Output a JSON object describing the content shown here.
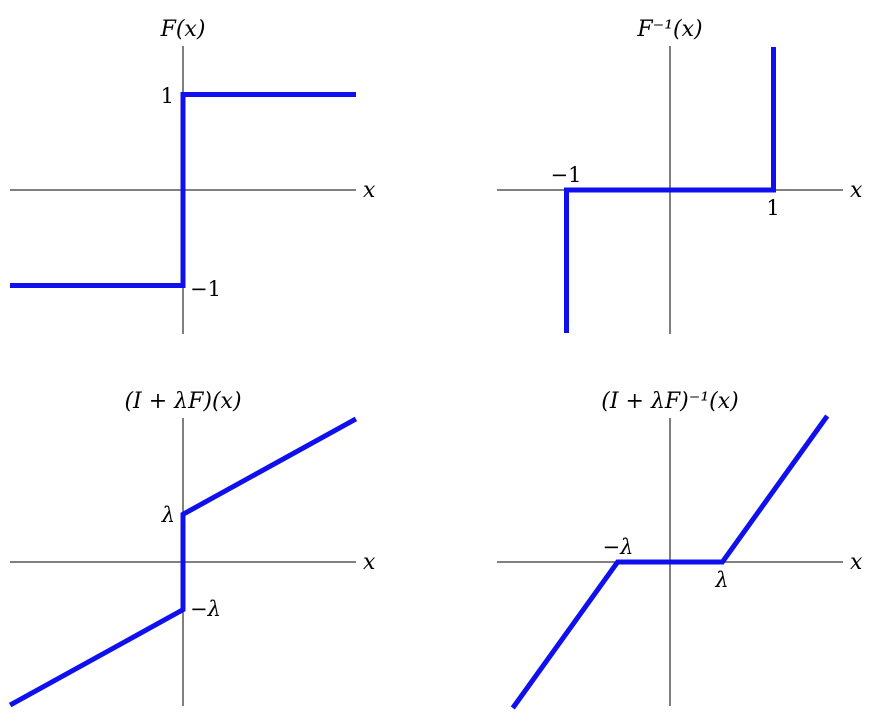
{
  "chart_data": [
    {
      "type": "line",
      "panel": "top-left",
      "title": "F(x)",
      "xlabel": "x",
      "ylabel": "",
      "colors": {
        "series": "#1010ee",
        "axes": "#000000"
      },
      "series": [
        {
          "points": [
            [
              -3,
              -1
            ],
            [
              0,
              -1
            ],
            [
              0,
              1
            ],
            [
              3,
              1
            ]
          ]
        }
      ],
      "tick_labels": [
        {
          "text": "1",
          "x": 0,
          "y": 1,
          "anchor": "left-of-axis"
        },
        {
          "text": "−1",
          "x": 0,
          "y": -1,
          "anchor": "right-of-axis"
        }
      ]
    },
    {
      "type": "line",
      "panel": "top-right",
      "title": "F⁻¹(x)",
      "xlabel": "x",
      "ylabel": "",
      "colors": {
        "series": "#1010ee",
        "axes": "#000000"
      },
      "series": [
        {
          "points": [
            [
              -1,
              -2.4
            ],
            [
              -1,
              0
            ],
            [
              1,
              0
            ],
            [
              1,
              2.4
            ]
          ]
        }
      ],
      "tick_labels": [
        {
          "text": "−1",
          "x": -1,
          "y": 0,
          "anchor": "above"
        },
        {
          "text": "1",
          "x": 1,
          "y": 0,
          "anchor": "below"
        }
      ]
    },
    {
      "type": "line",
      "panel": "bottom-left",
      "title": "(I + λF)(x)",
      "xlabel": "x",
      "ylabel": "",
      "lambda": 1,
      "colors": {
        "series": "#1010ee",
        "axes": "#000000"
      },
      "series": [
        {
          "points": [
            [
              -3.5,
              -3
            ],
            [
              0,
              -1
            ],
            [
              0,
              1
            ],
            [
              3.5,
              3
            ]
          ]
        }
      ],
      "tick_labels": [
        {
          "text": "λ",
          "x": 0,
          "y": 1,
          "anchor": "left-of-axis"
        },
        {
          "text": "−λ",
          "x": 0,
          "y": -1,
          "anchor": "right-of-axis"
        }
      ]
    },
    {
      "type": "line",
      "panel": "bottom-right",
      "title": "(I + λF)⁻¹(x)",
      "xlabel": "x",
      "ylabel": "",
      "lambda": 1,
      "colors": {
        "series": "#1010ee",
        "axes": "#000000"
      },
      "series": [
        {
          "points": [
            [
              -3,
              -2
            ],
            [
              -1,
              0
            ],
            [
              1,
              0
            ],
            [
              3,
              2
            ]
          ]
        }
      ],
      "tick_labels": [
        {
          "text": "−λ",
          "x": -1,
          "y": 0,
          "anchor": "above"
        },
        {
          "text": "λ",
          "x": 1,
          "y": 0,
          "anchor": "below"
        }
      ]
    }
  ]
}
